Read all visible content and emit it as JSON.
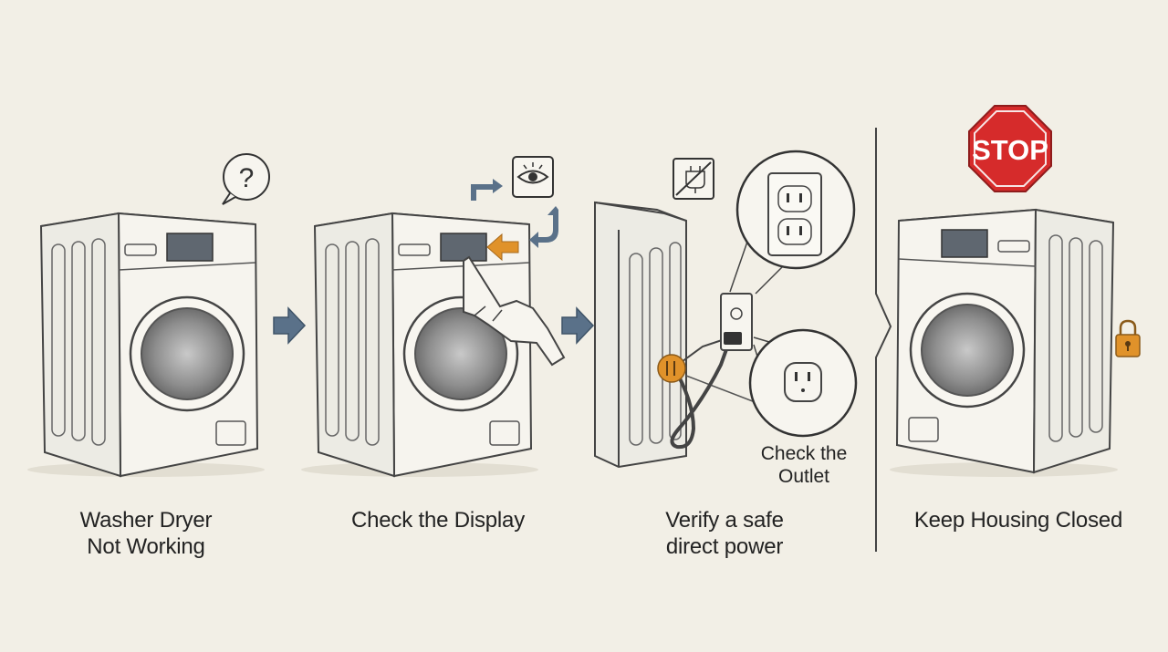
{
  "steps": [
    {
      "lines": [
        "Washer Dryer",
        "Not Working"
      ]
    },
    {
      "lines": [
        "Check the Display"
      ]
    },
    {
      "lines": [
        "Verify a safe",
        "direct power"
      ]
    },
    {
      "lines": [
        "Keep Housing Closed"
      ]
    }
  ],
  "outlet_note": [
    "Check the",
    "Outlet"
  ],
  "stop_sign": {
    "label": "STOP",
    "color": "#d62b2b"
  },
  "icons": [
    "question-icon",
    "eye-icon",
    "no-plug-icon",
    "stop-sign-icon",
    "lock-icon",
    "arrow-right-icon"
  ],
  "colors": {
    "background": "#f2efe6",
    "arrow": "#5a7189",
    "highlight": "#e0922a",
    "line": "#444"
  }
}
